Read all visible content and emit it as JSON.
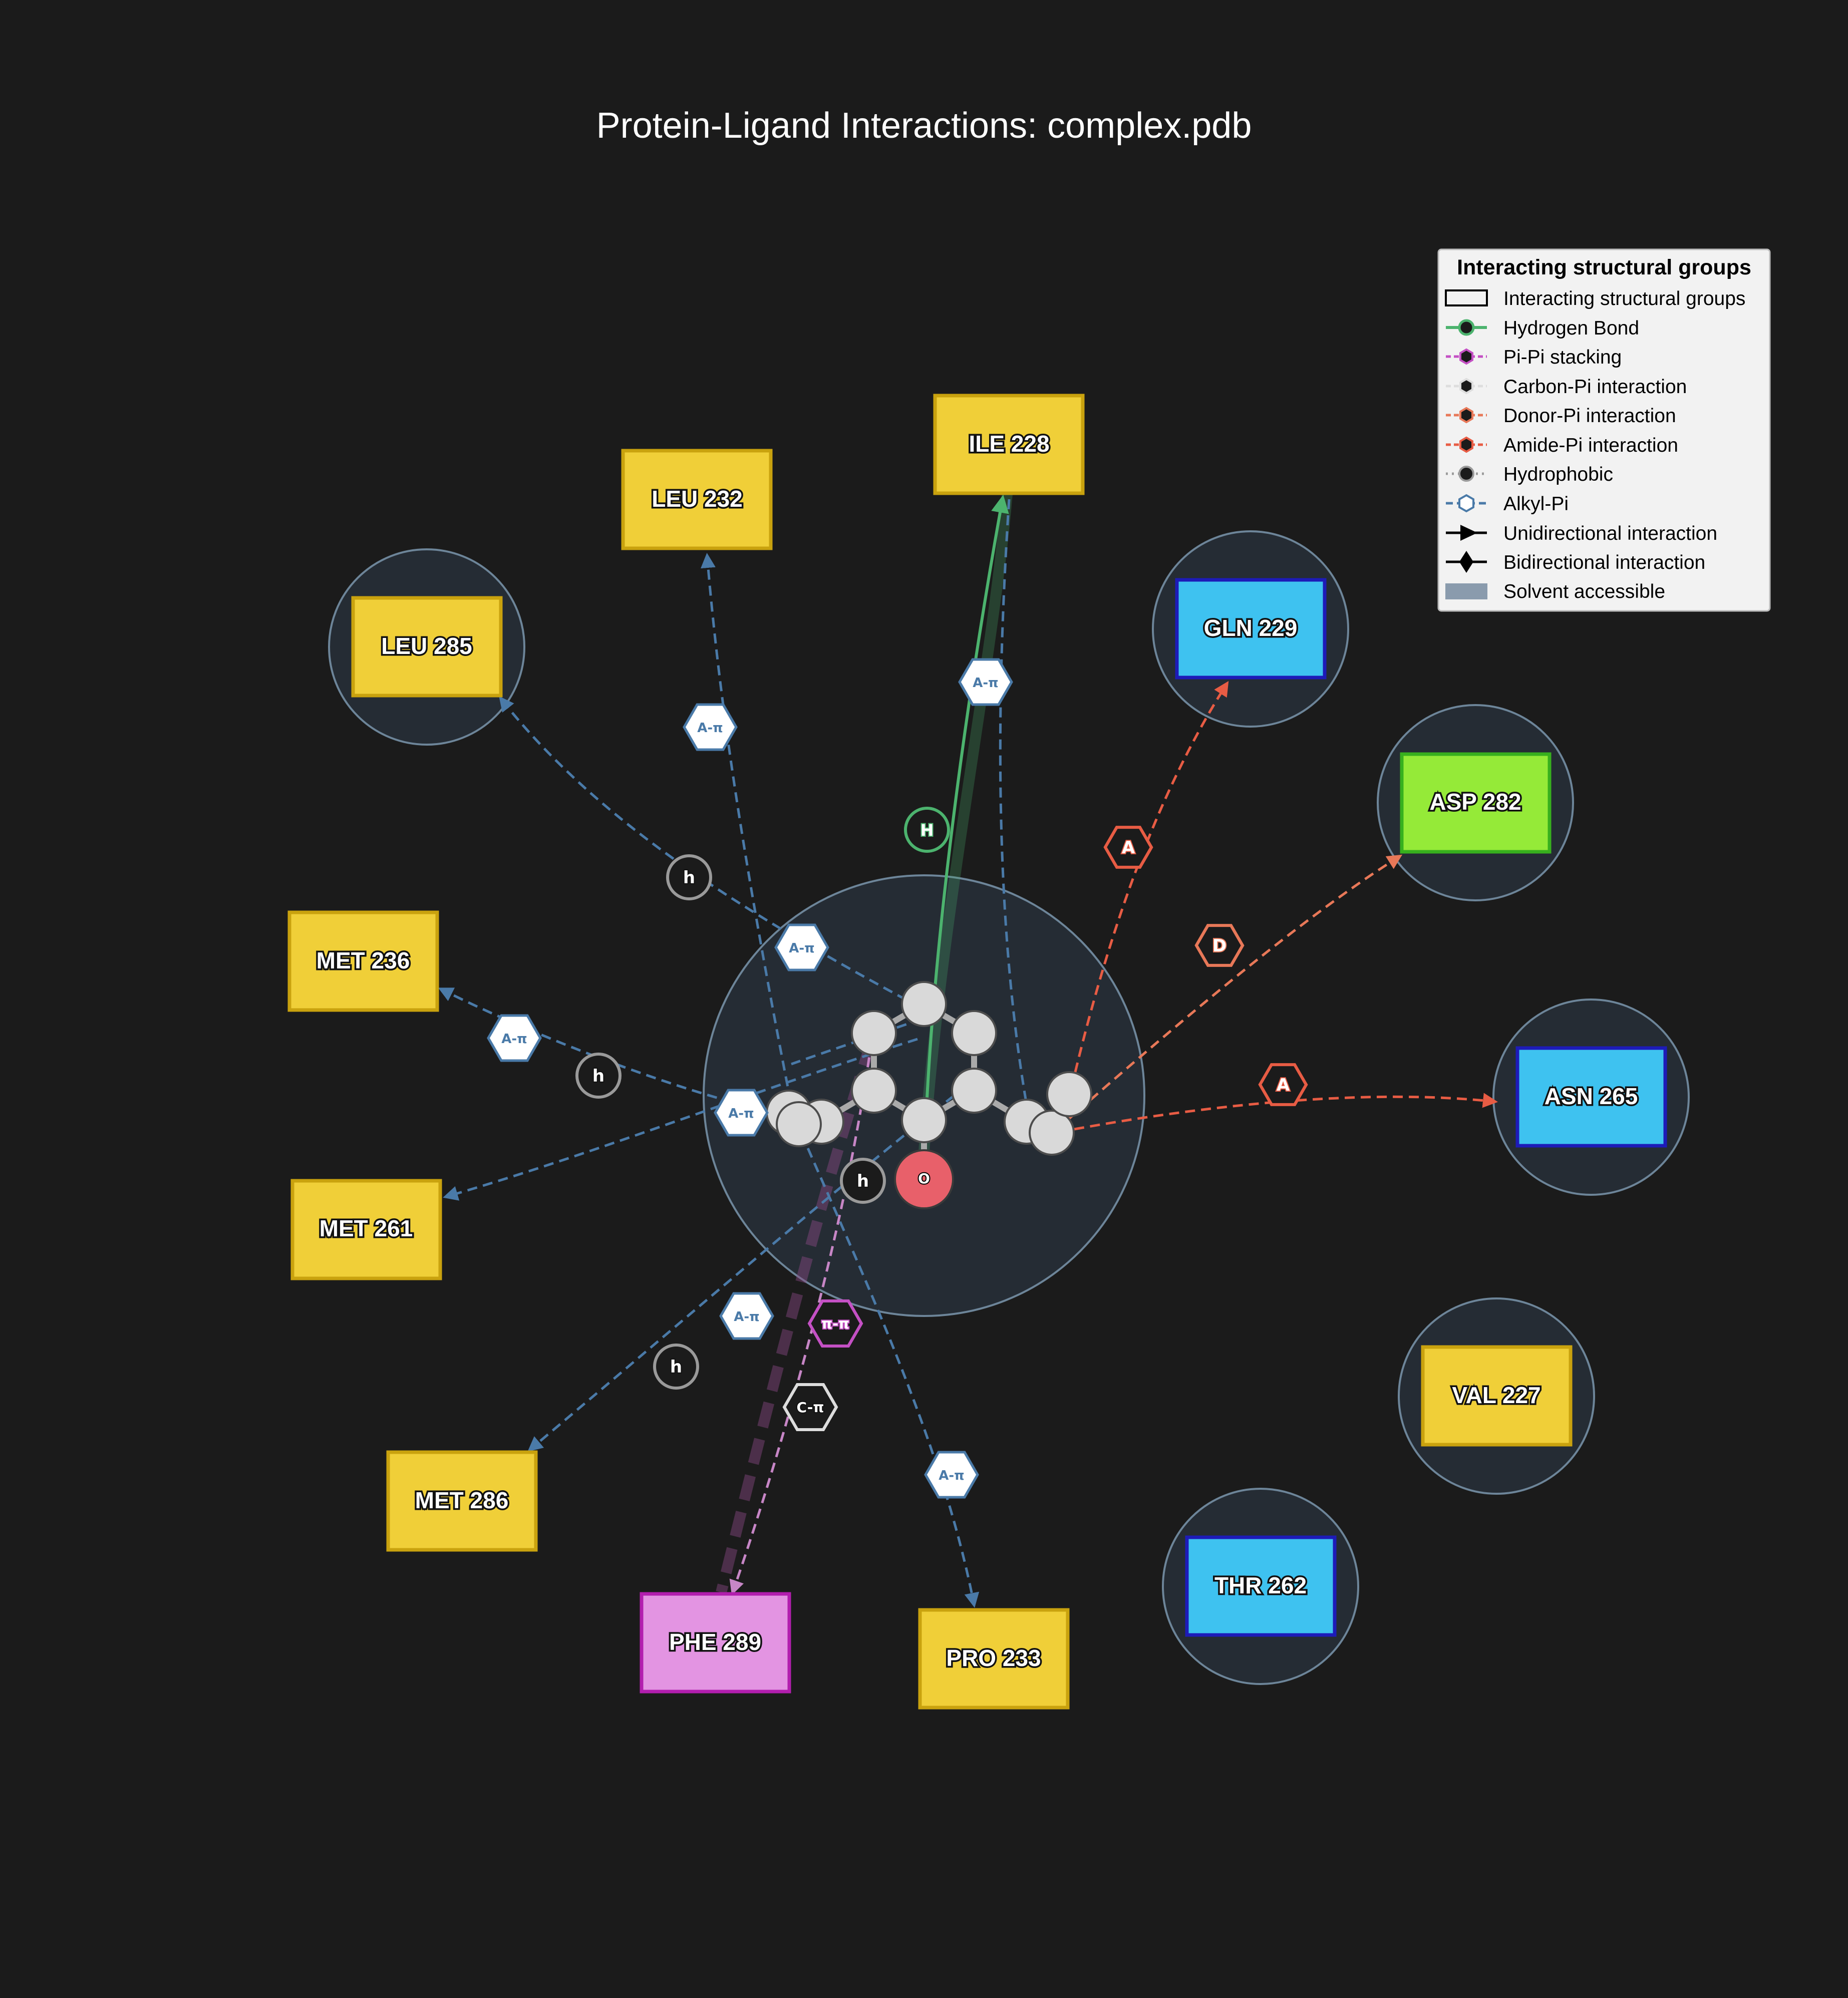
{
  "title": "Protein-Ligand Interactions: complex.pdb",
  "colors": {
    "background": "#1b1b1b",
    "hydrophobic_residue": "#f0cf38",
    "polar_residue": "#3ec2f0",
    "charged_residue": "#95ea38",
    "aromatic_residue": "#e394e2",
    "hydrogen_bond": "#4cb36e",
    "alkyl_pi": "#4a7aa8",
    "amide_pi": "#e85c44",
    "donor_pi": "#e87858",
    "pi_pi": "#c786c6",
    "carbon_pi": "#dddddd",
    "hydrophobic": "#9a9a9a",
    "ligand_atom": "#d9d9d9",
    "oxygen_atom": "#e8606a"
  },
  "ligand": {
    "oxygen_label": "O"
  },
  "residues": [
    {
      "id": "ile228",
      "label": "ILE 228",
      "type": "hydrophobic",
      "solvent_accessible": false
    },
    {
      "id": "leu232",
      "label": "LEU 232",
      "type": "hydrophobic",
      "solvent_accessible": false
    },
    {
      "id": "leu285",
      "label": "LEU 285",
      "type": "hydrophobic",
      "solvent_accessible": true
    },
    {
      "id": "gln229",
      "label": "GLN 229",
      "type": "polar",
      "solvent_accessible": true
    },
    {
      "id": "asp282",
      "label": "ASP 282",
      "type": "charged",
      "solvent_accessible": true
    },
    {
      "id": "met236",
      "label": "MET 236",
      "type": "hydrophobic",
      "solvent_accessible": false
    },
    {
      "id": "asn265",
      "label": "ASN 265",
      "type": "polar",
      "solvent_accessible": true
    },
    {
      "id": "met261",
      "label": "MET 261",
      "type": "hydrophobic",
      "solvent_accessible": false
    },
    {
      "id": "val227",
      "label": "VAL 227",
      "type": "hydrophobic",
      "solvent_accessible": true
    },
    {
      "id": "met286",
      "label": "MET 286",
      "type": "hydrophobic",
      "solvent_accessible": false
    },
    {
      "id": "thr262",
      "label": "THR 262",
      "type": "polar",
      "solvent_accessible": true
    },
    {
      "id": "phe289",
      "label": "PHE 289",
      "type": "aromatic",
      "solvent_accessible": false
    },
    {
      "id": "pro233",
      "label": "PRO 233",
      "type": "hydrophobic",
      "solvent_accessible": false
    }
  ],
  "interactions": [
    {
      "residue": "ile228",
      "type": "hydrogen_bond",
      "badge": "H"
    },
    {
      "residue": "ile228",
      "type": "alkyl_pi",
      "badge": "A-π"
    },
    {
      "residue": "leu232",
      "type": "alkyl_pi",
      "badge": "A-π"
    },
    {
      "residue": "leu285",
      "type": "hydrophobic",
      "badge": "h"
    },
    {
      "residue": "leu285",
      "type": "alkyl_pi",
      "badge": "A-π"
    },
    {
      "residue": "gln229",
      "type": "amide_pi",
      "badge": "A"
    },
    {
      "residue": "asp282",
      "type": "donor_pi",
      "badge": "D"
    },
    {
      "residue": "asn265",
      "type": "amide_pi",
      "badge": "A"
    },
    {
      "residue": "met236",
      "type": "alkyl_pi",
      "badge": "A-π"
    },
    {
      "residue": "met236",
      "type": "hydrophobic",
      "badge": "h"
    },
    {
      "residue": "met261",
      "type": "alkyl_pi",
      "badge": "A-π"
    },
    {
      "residue": "met286",
      "type": "hydrophobic",
      "badge": "h"
    },
    {
      "residue": "met286",
      "type": "alkyl_pi",
      "badge": "A-π"
    },
    {
      "residue": "phe289",
      "type": "pi_pi",
      "badge": "π-π"
    },
    {
      "residue": "phe289",
      "type": "carbon_pi",
      "badge": "C-π"
    },
    {
      "residue": "pro233",
      "type": "alkyl_pi",
      "badge": "A-π"
    }
  ],
  "legend": {
    "title": "Interacting structural groups",
    "items": [
      "Interacting structural groups",
      "Hydrogen Bond",
      "Pi-Pi stacking",
      "Carbon-Pi interaction",
      "Donor-Pi interaction",
      "Amide-Pi interaction",
      "Hydrophobic",
      "Alkyl-Pi",
      "Unidirectional interaction",
      "Bidirectional interaction",
      "Solvent accessible"
    ]
  }
}
